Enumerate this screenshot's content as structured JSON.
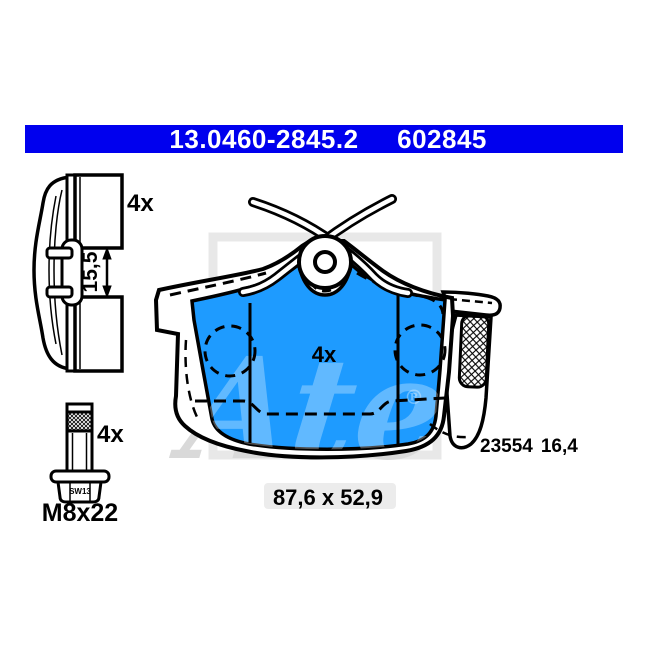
{
  "header": {
    "catalog_number": "13.0460-2845.2",
    "article_number": "602845"
  },
  "shim_diagram": {
    "quantity": "4x",
    "height_dimension": "15,5"
  },
  "bolt_diagram": {
    "quantity": "4x",
    "wrench_size": "SW13",
    "thread_spec": "M8x22"
  },
  "pad_diagram": {
    "quantity": "4x",
    "wva_number": "23554",
    "thickness": "16,4",
    "dimensions": "87,6 x 52,9"
  },
  "watermark": {
    "brand": "Ate",
    "registered": "®"
  },
  "colors": {
    "header_bar": "#0000ee",
    "pad_fill": "#1e9bff",
    "watermark_gray": "#d9d9d9",
    "frame_gray": "#e8e8e8"
  }
}
